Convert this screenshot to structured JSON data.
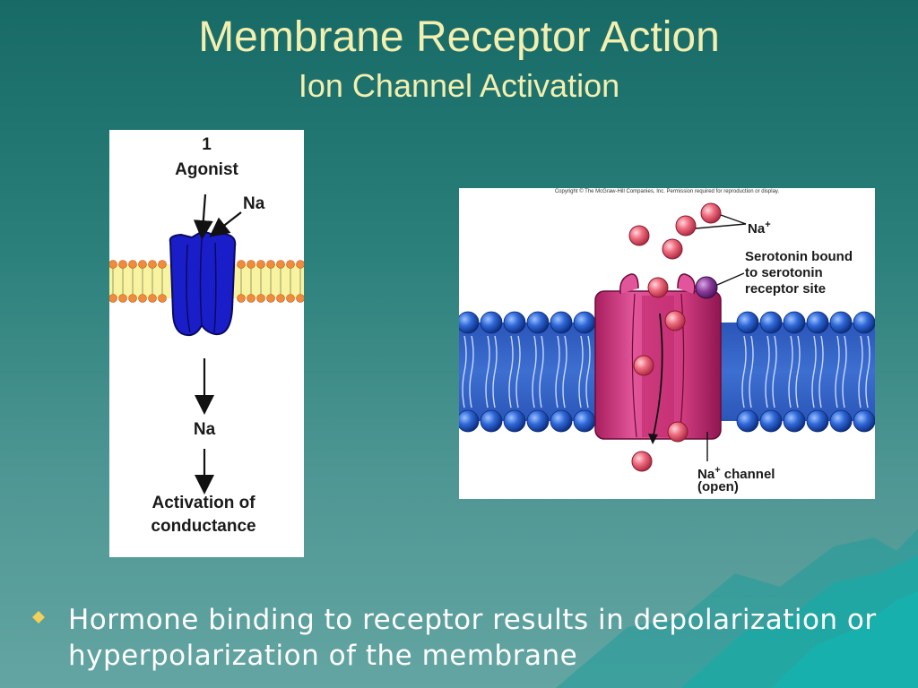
{
  "slide": {
    "title": "Membrane Receptor Action",
    "subtitle": "Ion Channel Activation",
    "bullet": "Hormone binding to receptor results in depolarization or hyperpolarization of the membrane"
  },
  "left_diagram": {
    "step": "1",
    "agonist": "Agonist",
    "na_top": "Na",
    "na_mid": "Na",
    "activation_line1": "Activation of",
    "activation_line2": "conductance"
  },
  "right_diagram": {
    "copyright": "Copyright © The McGraw-Hill Companies, Inc. Permission required for reproduction or display.",
    "na_label": "Na",
    "na_sup": "+",
    "serotonin_line1": "Serotonin bound",
    "serotonin_line2": "to serotonin",
    "serotonin_line3": "receptor site",
    "channel_na": "Na",
    "channel_sup": "+",
    "channel_rest": " channel",
    "channel_state": "(open)"
  },
  "colors": {
    "title_text": "#f3efb0",
    "background_top": "#176a66",
    "background_bottom": "#63a5a2",
    "channel_blue": "#1a1ec8",
    "channel_pink": "#d03b80",
    "lipid_head_blue": "#1f5bd0",
    "lipid_head_orange": "#f08a3c",
    "sodium_ion": "#ee6b7d",
    "serotonin": "#8a3c9a",
    "bullet_color": "#f2d05a"
  }
}
